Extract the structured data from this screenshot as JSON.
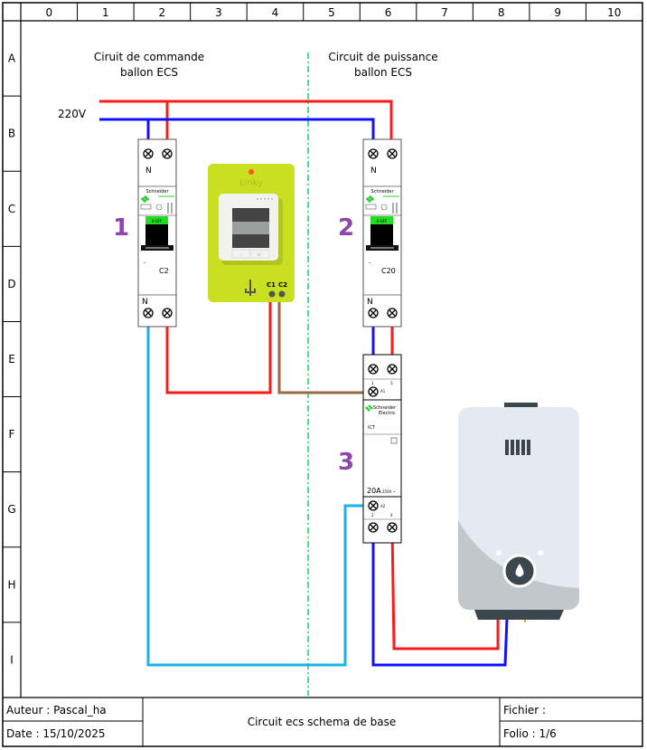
{
  "frame": {
    "columns": [
      "0",
      "1",
      "2",
      "3",
      "4",
      "5",
      "6",
      "7",
      "8",
      "9",
      "10"
    ],
    "rows": [
      "A",
      "B",
      "C",
      "D",
      "E",
      "F",
      "G",
      "H",
      "I"
    ]
  },
  "sections": {
    "command": {
      "line1": "Ciruit de commande",
      "line2": "ballon ECS"
    },
    "power": {
      "line1": "Circuit de puissance",
      "line2": "ballon ECS"
    }
  },
  "supply": {
    "label": "220V"
  },
  "breaker1": {
    "number": "1",
    "brand": "Schneider",
    "switch_label": "0-OFF",
    "rating": "C2",
    "top_neutral": "N",
    "bottom_neutral": "N"
  },
  "breaker2": {
    "number": "2",
    "brand": "Schneider",
    "switch_label": "0-OFF",
    "rating": "C20",
    "top_neutral": "N",
    "bottom_neutral": "N"
  },
  "linky": {
    "brand": "Linky",
    "terminal_c1": "C1",
    "terminal_c2": "C2",
    "button_minus": "-",
    "button_plus": "+"
  },
  "contactor": {
    "number": "3",
    "brand_line1": "Schneider",
    "brand_line2": "Electric",
    "model": "ICT",
    "rating": "20A",
    "voltage": "250V ~",
    "coil_a1": "A1",
    "coil_a2": "A2",
    "pin_1": "1",
    "pin_3": "3",
    "pin_2": "2",
    "pin_4": "4"
  },
  "water_heater": {
    "name": "water-heater"
  },
  "colors": {
    "phase": "#ff1a1a",
    "neutral": "#1010ff",
    "neutral_light": "#1ab0f0",
    "control": "#9b6a44",
    "divider": "#55dd88",
    "number": "#8e44ad",
    "linky_body": "#c8e020",
    "breaker_handle": "#22dd22"
  },
  "footer": {
    "author": "Auteur : Pascal_ha",
    "date": "Date : 15/10/2025",
    "title": "Circuit ecs schema de base",
    "file": "Fichier :",
    "folio": "Folio : 1/6"
  }
}
